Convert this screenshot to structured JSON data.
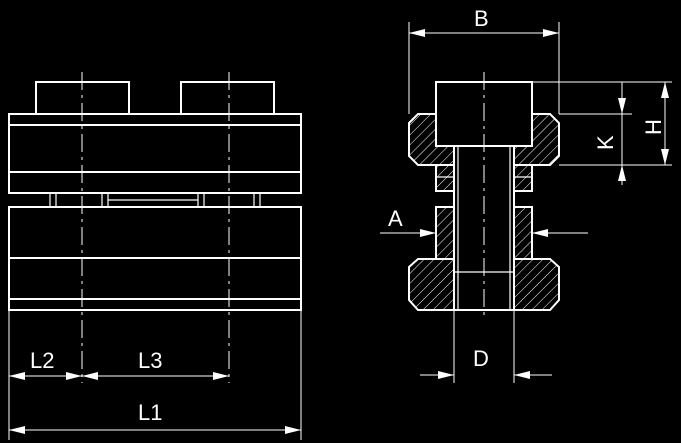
{
  "dimensions": {
    "B": "B",
    "H": "H",
    "K": "K",
    "A": "A",
    "D": "D",
    "L1": "L1",
    "L2": "L2",
    "L3": "L3"
  },
  "colors": {
    "background": "#000000",
    "line": "#ffffff"
  }
}
